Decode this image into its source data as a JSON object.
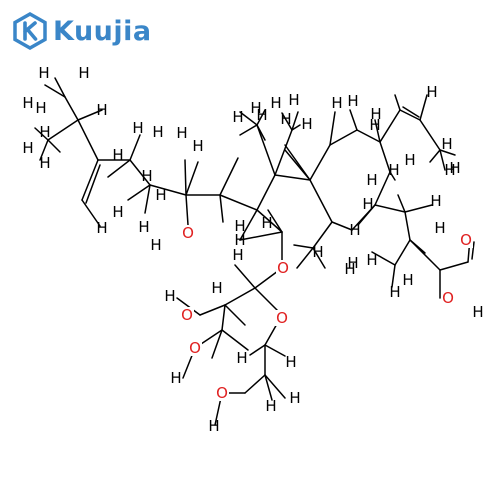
{
  "brand": {
    "name": "Kuujia",
    "logo_icon": "hexagon-k-logo-icon",
    "color": "#3a86c8"
  },
  "molecule": {
    "bond_color": "#000000",
    "heteroatom_color": "#e02020",
    "hydrogen_label": "H",
    "oxygen_label": "O"
  }
}
